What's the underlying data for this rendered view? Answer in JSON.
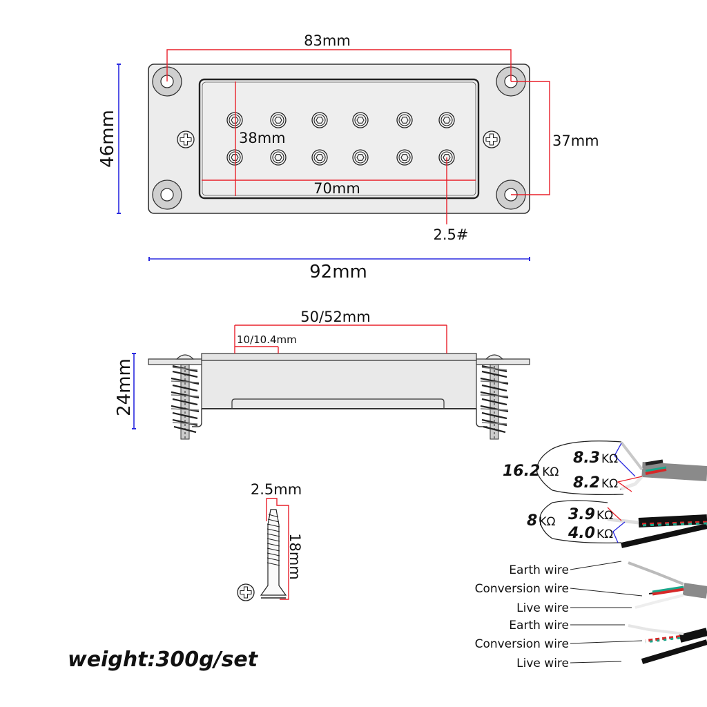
{
  "top_view": {
    "width_label": "92mm",
    "height_label": "46mm",
    "hole_spacing_horizontal_label": "83mm",
    "hole_spacing_vertical_label": "37mm",
    "cover_width_label": "70mm",
    "cover_height_label": "38mm",
    "pole_screw_label": "2.5#",
    "pole_rows": 2,
    "poles_per_row": 6
  },
  "side_view": {
    "height_label": "24mm",
    "pole_span_label": "50/52mm",
    "pole_spacing_label": "10/10.4mm"
  },
  "screw": {
    "diameter_label": "2.5mm",
    "length_label": "18mm"
  },
  "resistance": {
    "humbucker_total": {
      "value": "16.2",
      "unit": "KΩ"
    },
    "humbucker_coil_1": {
      "value": "8.3",
      "unit": "KΩ"
    },
    "humbucker_coil_2": {
      "value": "8.2",
      "unit": "KΩ"
    },
    "single_total": {
      "value": "8",
      "unit": "KΩ"
    },
    "single_coil_1": {
      "value": "3.9",
      "unit": "KΩ"
    },
    "single_coil_2": {
      "value": "4.0",
      "unit": "KΩ"
    }
  },
  "wiring": {
    "set1": [
      "Earth wire",
      "Conversion wire",
      "Live wire"
    ],
    "set2": [
      "Earth wire",
      "Conversion wire",
      "Live wire"
    ]
  },
  "weight_label": "weight:300g/set",
  "colors": {
    "dimension_red": "#e8202a",
    "dimension_blue": "#2a2ae0",
    "plate_fill": "#ececec",
    "outline": "#333333"
  }
}
